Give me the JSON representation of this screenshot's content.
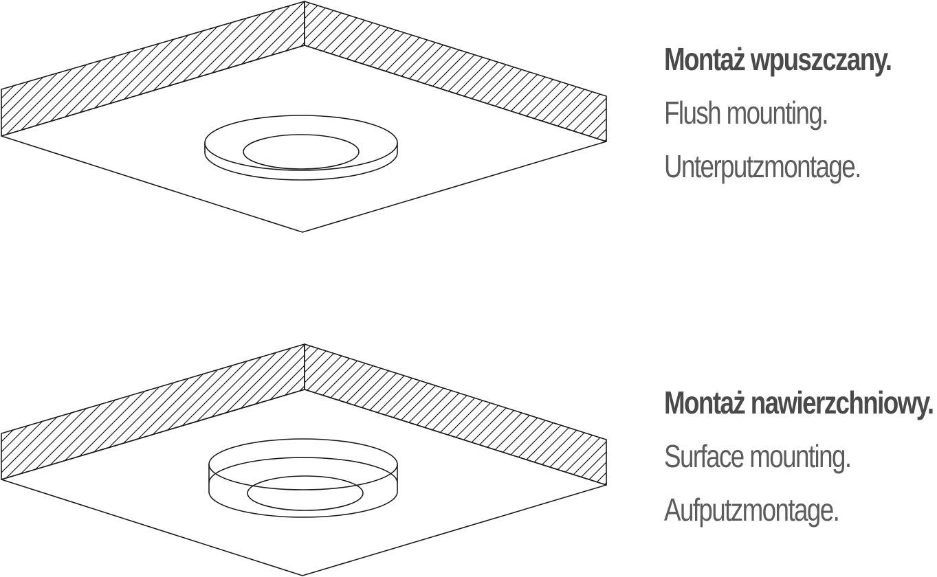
{
  "colors": {
    "line": "#1a1a1a",
    "text_heading": "#4a4a4a",
    "text_sub": "#5c5c5c",
    "background": "#ffffff"
  },
  "panels": [
    {
      "id": "flush",
      "heading": "Montaż wpuszczany.",
      "lines": [
        "Flush mounting.",
        "Unterputzmontage."
      ],
      "fixture": "recessed-luminaire"
    },
    {
      "id": "surface",
      "heading": "Montaż nawierzchniowy.",
      "lines": [
        "Surface mounting.",
        "Aufputzmontage."
      ],
      "fixture": "surface-luminaire"
    }
  ]
}
